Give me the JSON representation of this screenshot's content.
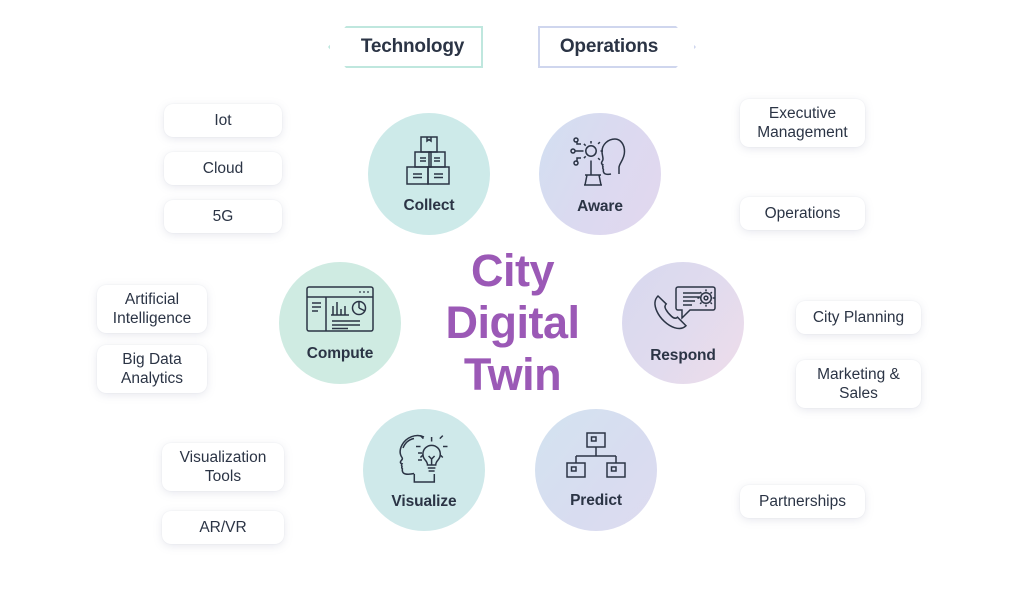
{
  "header": {
    "tabs": [
      {
        "label": "Technology",
        "accent": "#bfe7de",
        "direction": "left"
      },
      {
        "label": "Operations",
        "accent": "#cfd6ee",
        "direction": "right"
      }
    ]
  },
  "center": {
    "line1": "City",
    "line2": "Digital",
    "line3": "Twin",
    "color": "#9b59b6"
  },
  "technology_pills": [
    {
      "label": "Iot"
    },
    {
      "label": "Cloud"
    },
    {
      "label": "5G"
    },
    {
      "label": "Artificial Intelligence"
    },
    {
      "label": "Big Data Analytics"
    },
    {
      "label": "Visualization Tools"
    },
    {
      "label": "AR/VR"
    }
  ],
  "operations_pills": [
    {
      "label": "Executive Management"
    },
    {
      "label": "Operations"
    },
    {
      "label": "City Planning"
    },
    {
      "label": "Marketing & Sales"
    },
    {
      "label": "Partnerships"
    }
  ],
  "capabilities": [
    {
      "label": "Collect",
      "icon": "stacked-boxes-icon",
      "color_from": "#cdeae9",
      "color_to": "#cdeae9"
    },
    {
      "label": "Aware",
      "icon": "head-gear-circuit-icon",
      "color_from": "#d2dff1",
      "color_to": "#ded8ef"
    },
    {
      "label": "Compute",
      "icon": "dashboard-window-icon",
      "color_from": "#cfebe2",
      "color_to": "#cfebe2"
    },
    {
      "label": "Respond",
      "icon": "phone-message-gear-icon",
      "color_from": "#d8d7ee",
      "color_to": "#eedbe8"
    },
    {
      "label": "Visualize",
      "icon": "head-lightbulb-icon",
      "color_from": "#cfe9ea",
      "color_to": "#cfe9ea"
    },
    {
      "label": "Predict",
      "icon": "hierarchy-tree-icon",
      "color_from": "#d3e3f0",
      "color_to": "#dcdcf0"
    }
  ],
  "icon_stroke": "#2b3445"
}
